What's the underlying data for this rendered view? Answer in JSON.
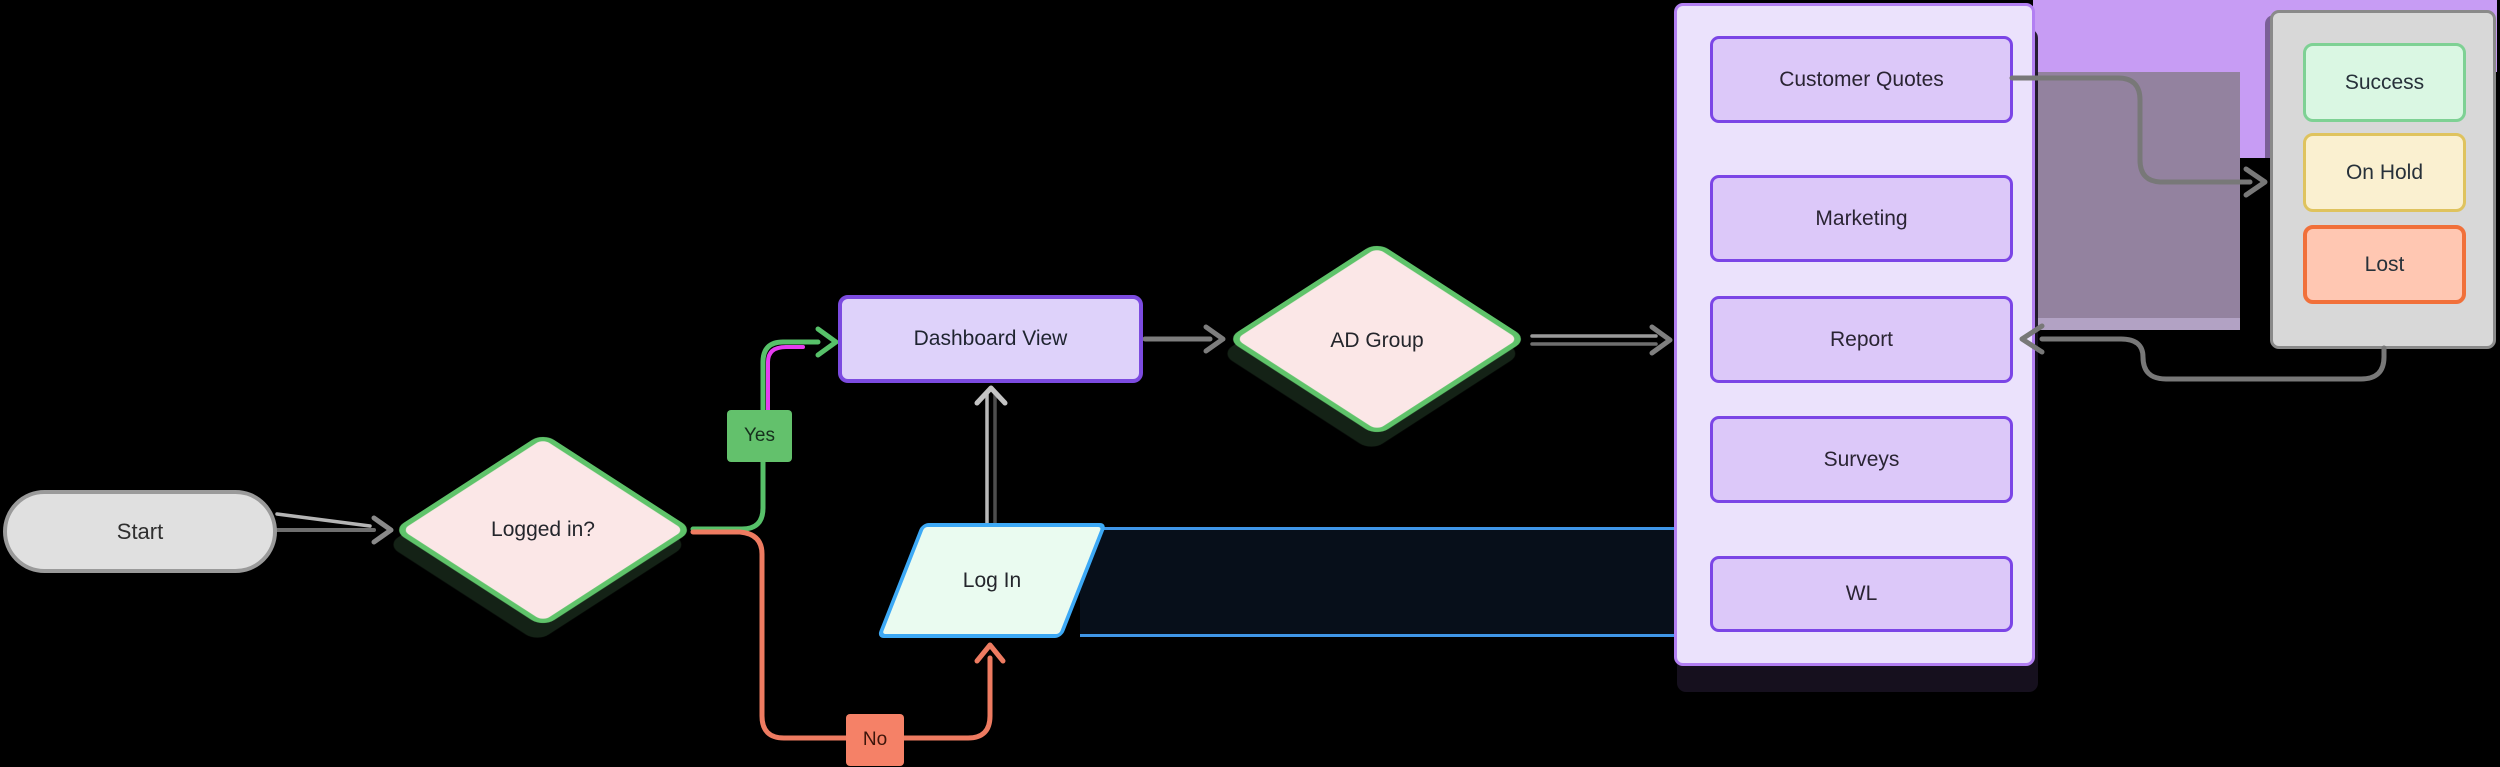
{
  "nodes": {
    "start": "Start",
    "decision_logged_in": "Logged in?",
    "dashboard": "Dashboard View",
    "login": "Log In",
    "decision_ad_group": "AD Group"
  },
  "edge_labels": {
    "yes": "Yes",
    "no": "No"
  },
  "categories": {
    "items": [
      {
        "label": "Customer Quotes"
      },
      {
        "label": "Marketing"
      },
      {
        "label": "Report"
      },
      {
        "label": "Surveys"
      },
      {
        "label": "WL"
      }
    ]
  },
  "outcomes": {
    "items": [
      {
        "label": "Success"
      },
      {
        "label": "On Hold"
      },
      {
        "label": "Lost"
      }
    ]
  },
  "colors": {
    "background": "#000000",
    "diamond_fill": "#fbe7e7",
    "diamond_border": "#5fc36a",
    "start_fill": "#e0e0e0",
    "start_border": "#9a9a9a",
    "dashboard_fill": "#ded2fa",
    "dashboard_border": "#7c4be0",
    "login_fill": "#eafbf0",
    "login_border": "#3da9f5",
    "yes_fill": "#63c16c",
    "no_fill": "#f58167",
    "green_path": "#57c169",
    "orange_path": "#ee7b61",
    "magenta_path": "#e53df0",
    "gray_arrow": "#7d7d7d",
    "purple_container_fill": "#ebe2fc",
    "purple_container_border": "#b27ff2",
    "category_fill": "#dcc8f9",
    "category_border": "#7b45e6",
    "gray_container_fill": "#d8d8d8",
    "gray_container_border": "#8a8a8a",
    "success_fill": "#daf7e3",
    "success_border": "#7ed194",
    "onhold_fill": "#faf0d0",
    "onhold_border": "#dfc35e",
    "lost_fill": "#ffc7b2",
    "lost_border": "#f1703a",
    "overlay_purple_bright": "#c79cf4",
    "overlay_purple_muted": "#93829f",
    "blue_lane_border": "#3f96e8"
  }
}
